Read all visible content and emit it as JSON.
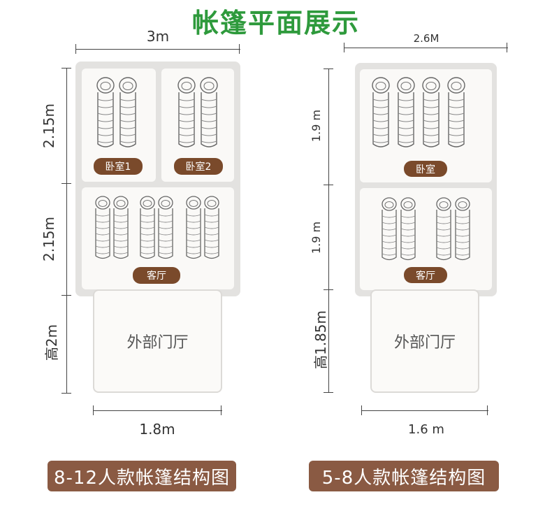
{
  "title": "帐篷平面展示",
  "left": {
    "width_label": "3m",
    "bedroom_height_label": "2.15m",
    "living_height_label": "2.15m",
    "vestibule_height_label": "高2m",
    "vestibule_width_label": "1.8m",
    "bedroom1_label": "卧室1",
    "bedroom2_label": "卧室2",
    "living_label": "客厅",
    "vestibule_label": "外部门厅",
    "caption": "8-12人款帐篷结构图"
  },
  "right": {
    "width_label": "2.6M",
    "bedroom_height_label": "1.9 m",
    "living_height_label": "1.9 m",
    "vestibule_height_label": "高1.85m",
    "vestibule_width_label": "1.6 m",
    "bedroom_label": "卧室",
    "living_label": "客厅",
    "vestibule_label": "外部门厅",
    "caption": "5-8人款帐篷结构图"
  },
  "colors": {
    "title": "#2e9a3c",
    "badge": "#7a4a2b",
    "caption_button": "#8a5a43",
    "wall": "#e3e2e0"
  },
  "icons": [
    "sleeping-bag-icon"
  ]
}
